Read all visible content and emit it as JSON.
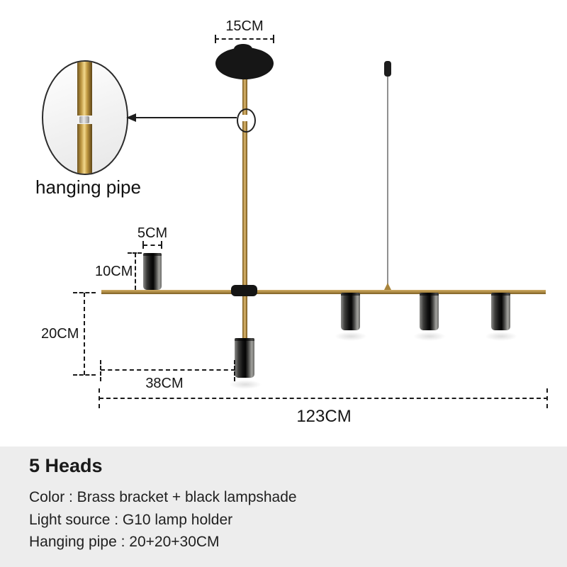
{
  "diagram": {
    "dimensions": {
      "canopy_width": "15CM",
      "lampshade_width": "5CM",
      "lampshade_height": "10CM",
      "center_drop": "20CM",
      "center_offset": "38CM",
      "total_length": "123CM"
    },
    "callout": {
      "label": "hanging pipe"
    },
    "colors": {
      "brass": "#b3914c",
      "lampshade_black": "#141414",
      "panel_gray": "#ededed"
    }
  },
  "specs": {
    "title": "5 Heads",
    "lines": [
      "Color : Brass bracket + black lampshade",
      "Light source : G10 lamp holder",
      "Hanging pipe : 20+20+30CM"
    ]
  }
}
